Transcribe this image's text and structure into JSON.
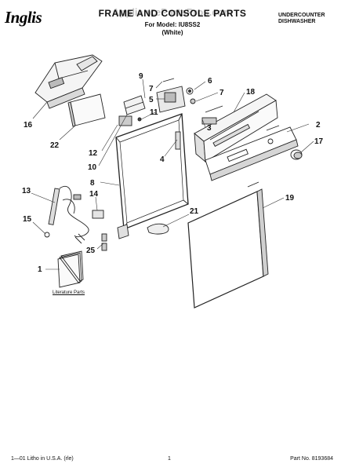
{
  "header": {
    "brand": "Inglis",
    "title": "FRAME AND CONSOLE PARTS",
    "watermark": "AppliancePartsPros.com",
    "model_line": "For Model: IU8SS2",
    "color_line": "(White)",
    "appliance_line1": "UNDERCOUNTER",
    "appliance_line2": "DISHWASHER"
  },
  "callouts": [
    "16",
    "22",
    "9",
    "7",
    "5",
    "6",
    "7",
    "18",
    "11",
    "2",
    "12",
    "3",
    "10",
    "4",
    "17",
    "8",
    "13",
    "14",
    "19",
    "15",
    "21",
    "25",
    "1"
  ],
  "literature_label": "Literature Parts",
  "footer": {
    "left": "1—01 Litho in U.S.A. (rle)",
    "center": "1",
    "right": "Part No. 8193684"
  }
}
